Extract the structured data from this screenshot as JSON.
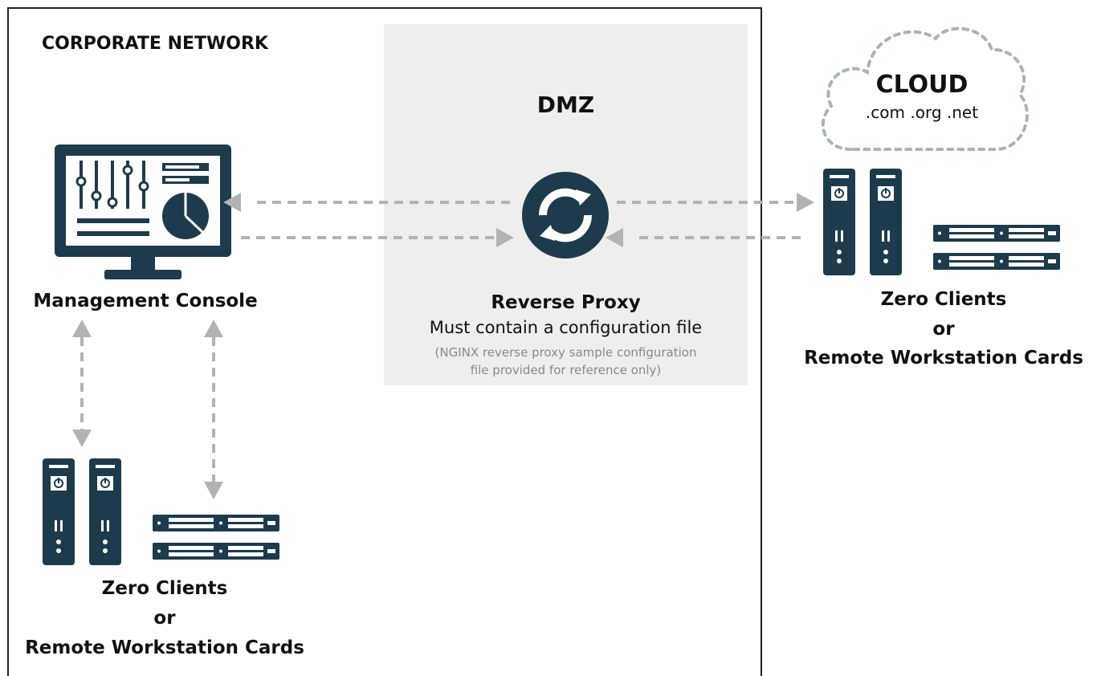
{
  "corporate": {
    "title": "CORPORATE NETWORK"
  },
  "dmz": {
    "title": "DMZ"
  },
  "proxy": {
    "title": "Reverse Proxy",
    "subtitle": "Must contain a configuration file",
    "note_line1": "(NGINX reverse proxy sample configuration",
    "note_line2": "file provided for reference only)"
  },
  "console": {
    "label": "Management Console"
  },
  "cloud": {
    "title": "CLOUD",
    "domains": ".com .org .net"
  },
  "clients_cloud": {
    "line1": "Zero Clients",
    "line2": "or",
    "line3": "Remote Workstation Cards"
  },
  "clients_local": {
    "line1": "Zero Clients",
    "line2": "or",
    "line3": "Remote Workstation Cards"
  },
  "colors": {
    "navy": "#1d3b4d",
    "arrow": "#b3b3b3",
    "dmz_bg": "#eeeeee",
    "cloud_stroke": "#a8b4bb"
  },
  "icons": {
    "console": "monitor-dashboard-icon",
    "proxy": "sync-icon",
    "tower": "server-tower-icon",
    "rack": "rack-server-icon",
    "cloud": "cloud-icon"
  }
}
